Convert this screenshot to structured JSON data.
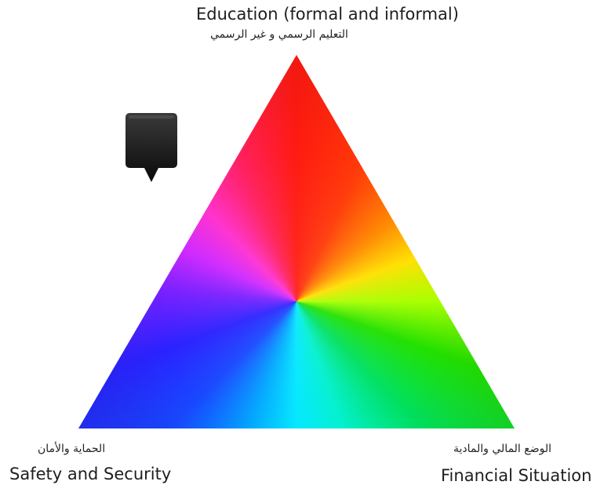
{
  "labels": {
    "top_en": "Education (formal and informal)",
    "top_ar": "التعليم الرسمي و غير الرسمي",
    "left_ar": "الحماية والأمان",
    "left_en": "Safety and Security",
    "right_ar": "الوضع المالي والمادية",
    "right_en": "Financial Situation"
  },
  "colors": {
    "apex_top": "#ff1a10",
    "vertex_left": "#1848ff",
    "vertex_right": "#22e000",
    "marker": "#111111"
  },
  "icons": {
    "marker": "map-pin-marker-icon"
  }
}
